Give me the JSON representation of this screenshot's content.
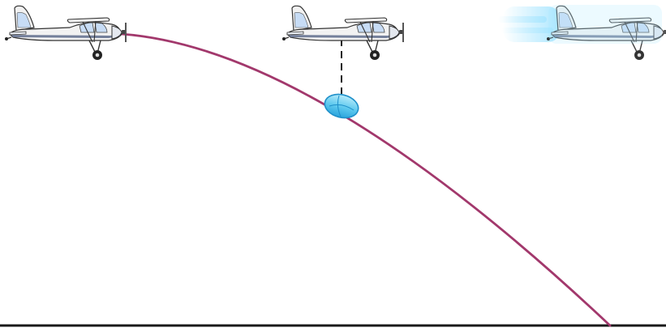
{
  "diagram": {
    "type": "projectile-motion",
    "planes": [
      {
        "id": "plane-start",
        "style": "normal"
      },
      {
        "id": "plane-middle",
        "style": "normal"
      },
      {
        "id": "plane-end",
        "style": "motion-blur"
      }
    ],
    "package": {
      "shape": "ellipse"
    },
    "colors": {
      "trajectory": "#a2386c",
      "ground": "#1a1a1a",
      "package_fill": "#5cc8ee",
      "package_highlight": "#b9ecfb",
      "package_stroke": "#1e8fc9",
      "plane_body": "#f2f2f2",
      "plane_outline": "#333333",
      "plane_stripe": "#5e6c8c",
      "window_tint": "#c7dcf5",
      "motion_blur": "#9fe3ff",
      "dashed_line": "#222222",
      "background": "#ffffff"
    }
  }
}
